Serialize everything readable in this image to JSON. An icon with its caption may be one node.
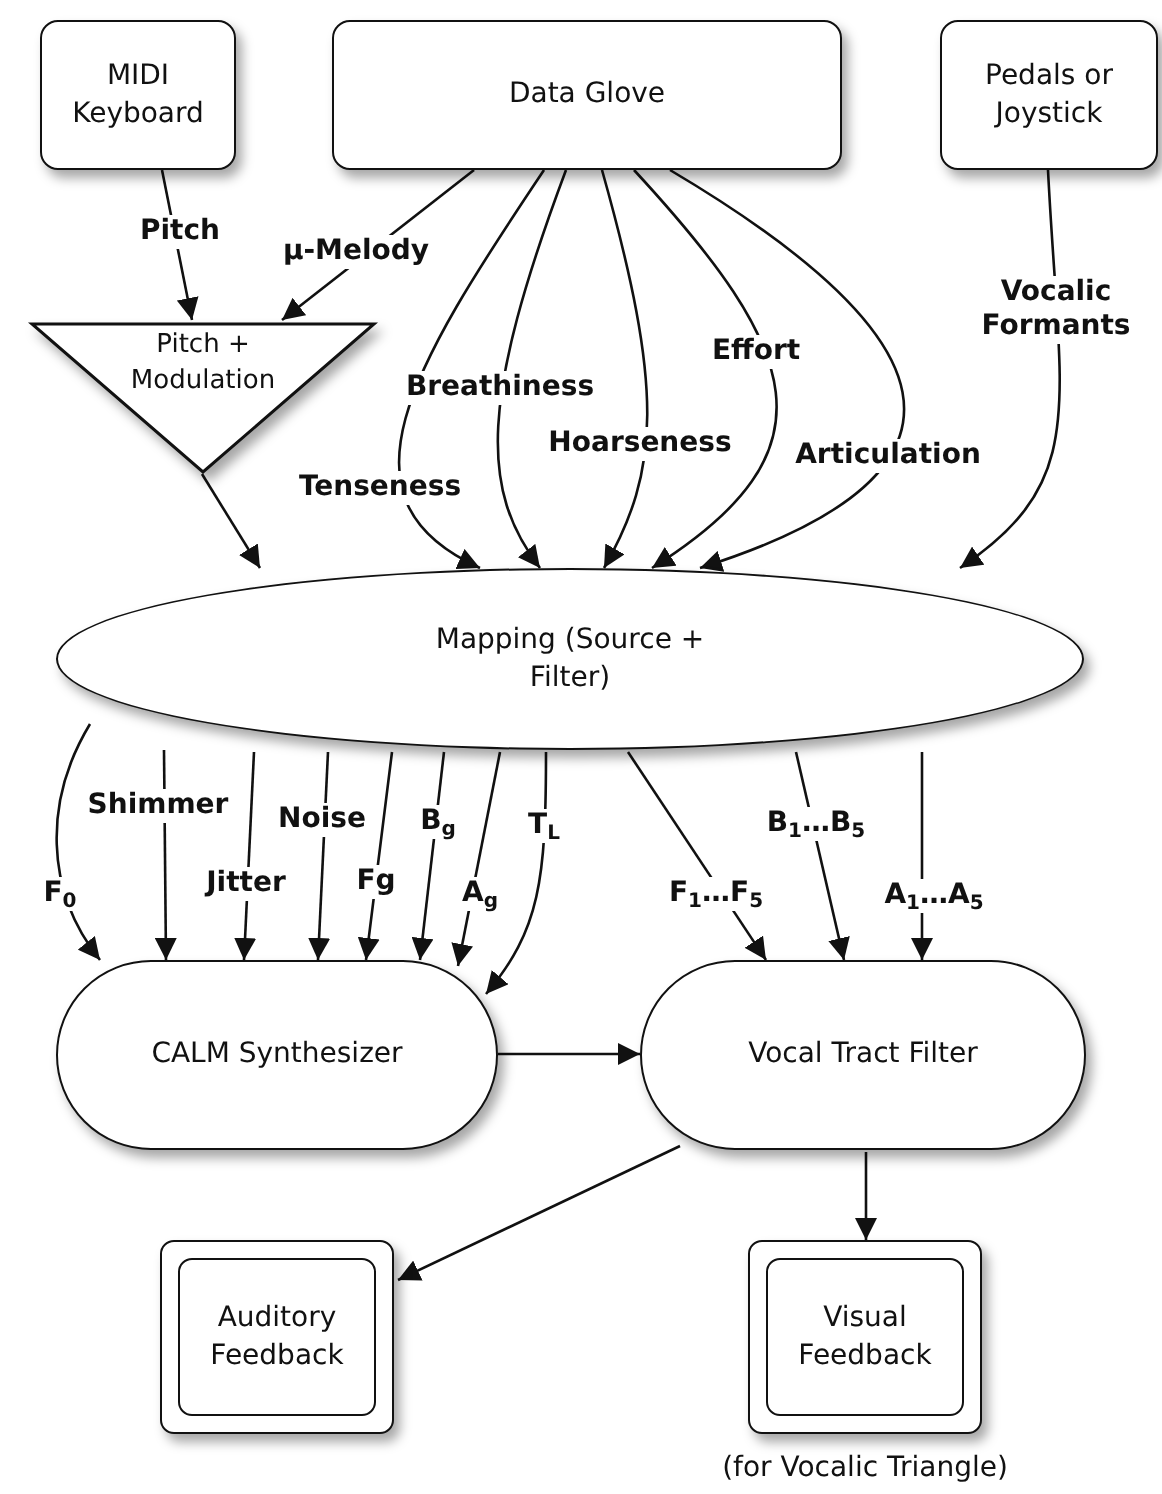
{
  "diagram": {
    "nodes": [
      {
        "text": [
          "MIDI Keyboard"
        ]
      },
      {
        "text": [
          "Data Glove"
        ]
      },
      {
        "text": [
          "Pedals or Joystick"
        ]
      },
      {
        "text": [
          "Pitch + Modulation"
        ]
      },
      {
        "text": [
          "Mapping (Source + Filter)"
        ]
      },
      {
        "text": [
          "CALM Synthesizer"
        ]
      },
      {
        "text": [
          "Vocal Tract Filter"
        ]
      },
      {
        "text": [
          "Auditory Feedback"
        ]
      },
      {
        "text": [
          "Visual Feedback"
        ],
        "beside": [
          "(for Vocalic Triangle)"
        ]
      }
    ],
    "edges": [
      {
        "from": 0,
        "to": 3,
        "arrow": "to",
        "label": "Pitch"
      },
      {
        "from": 1,
        "to": 3,
        "arrow": "to",
        "label": "μ-Melody"
      },
      {
        "from": 1,
        "to": 4,
        "arrow": "to",
        "label": "Tenseness"
      },
      {
        "from": 1,
        "to": 4,
        "arrow": "to",
        "label": "Breathiness"
      },
      {
        "from": 1,
        "to": 4,
        "arrow": "to",
        "label": "Hoarseness"
      },
      {
        "from": 1,
        "to": 4,
        "arrow": "to",
        "label": "Effort"
      },
      {
        "from": 1,
        "to": 4,
        "arrow": "to",
        "label": "Articulation"
      },
      {
        "from": 2,
        "to": 4,
        "arrow": "to",
        "label": "Vocalic Formants"
      },
      {
        "from": 3,
        "to": 4,
        "arrow": "to"
      },
      {
        "from": 4,
        "to": 5,
        "arrow": "to",
        "label": "F$_{0}$"
      },
      {
        "from": 4,
        "to": 5,
        "arrow": "to",
        "label": "Shimmer"
      },
      {
        "from": 4,
        "to": 5,
        "arrow": "to",
        "label": "Jitter"
      },
      {
        "from": 4,
        "to": 5,
        "arrow": "to",
        "label": "Noise"
      },
      {
        "from": 4,
        "to": 5,
        "arrow": "to",
        "label": "Fg"
      },
      {
        "from": 4,
        "to": 5,
        "arrow": "to",
        "label": "B$_{g}$"
      },
      {
        "from": 4,
        "to": 5,
        "arrow": "to",
        "label": "A$_{g}$"
      },
      {
        "from": 4,
        "to": 5,
        "arrow": "to",
        "label": "T$_{L}$"
      },
      {
        "from": 4,
        "to": 6,
        "arrow": "to",
        "label": "F$_{1}$…F$_{5}$"
      },
      {
        "from": 4,
        "to": 6,
        "arrow": "to",
        "label": "B$_{1}$…B$_{5}$"
      },
      {
        "from": 4,
        "to": 6,
        "arrow": "to",
        "label": "A$_{1}$…A$_{5}$"
      },
      {
        "from": 5,
        "to": 6,
        "arrow": "to"
      },
      {
        "from": 6,
        "to": 7,
        "arrow": "to"
      },
      {
        "from": 6,
        "to": 8,
        "arrow": "to"
      }
    ]
  }
}
